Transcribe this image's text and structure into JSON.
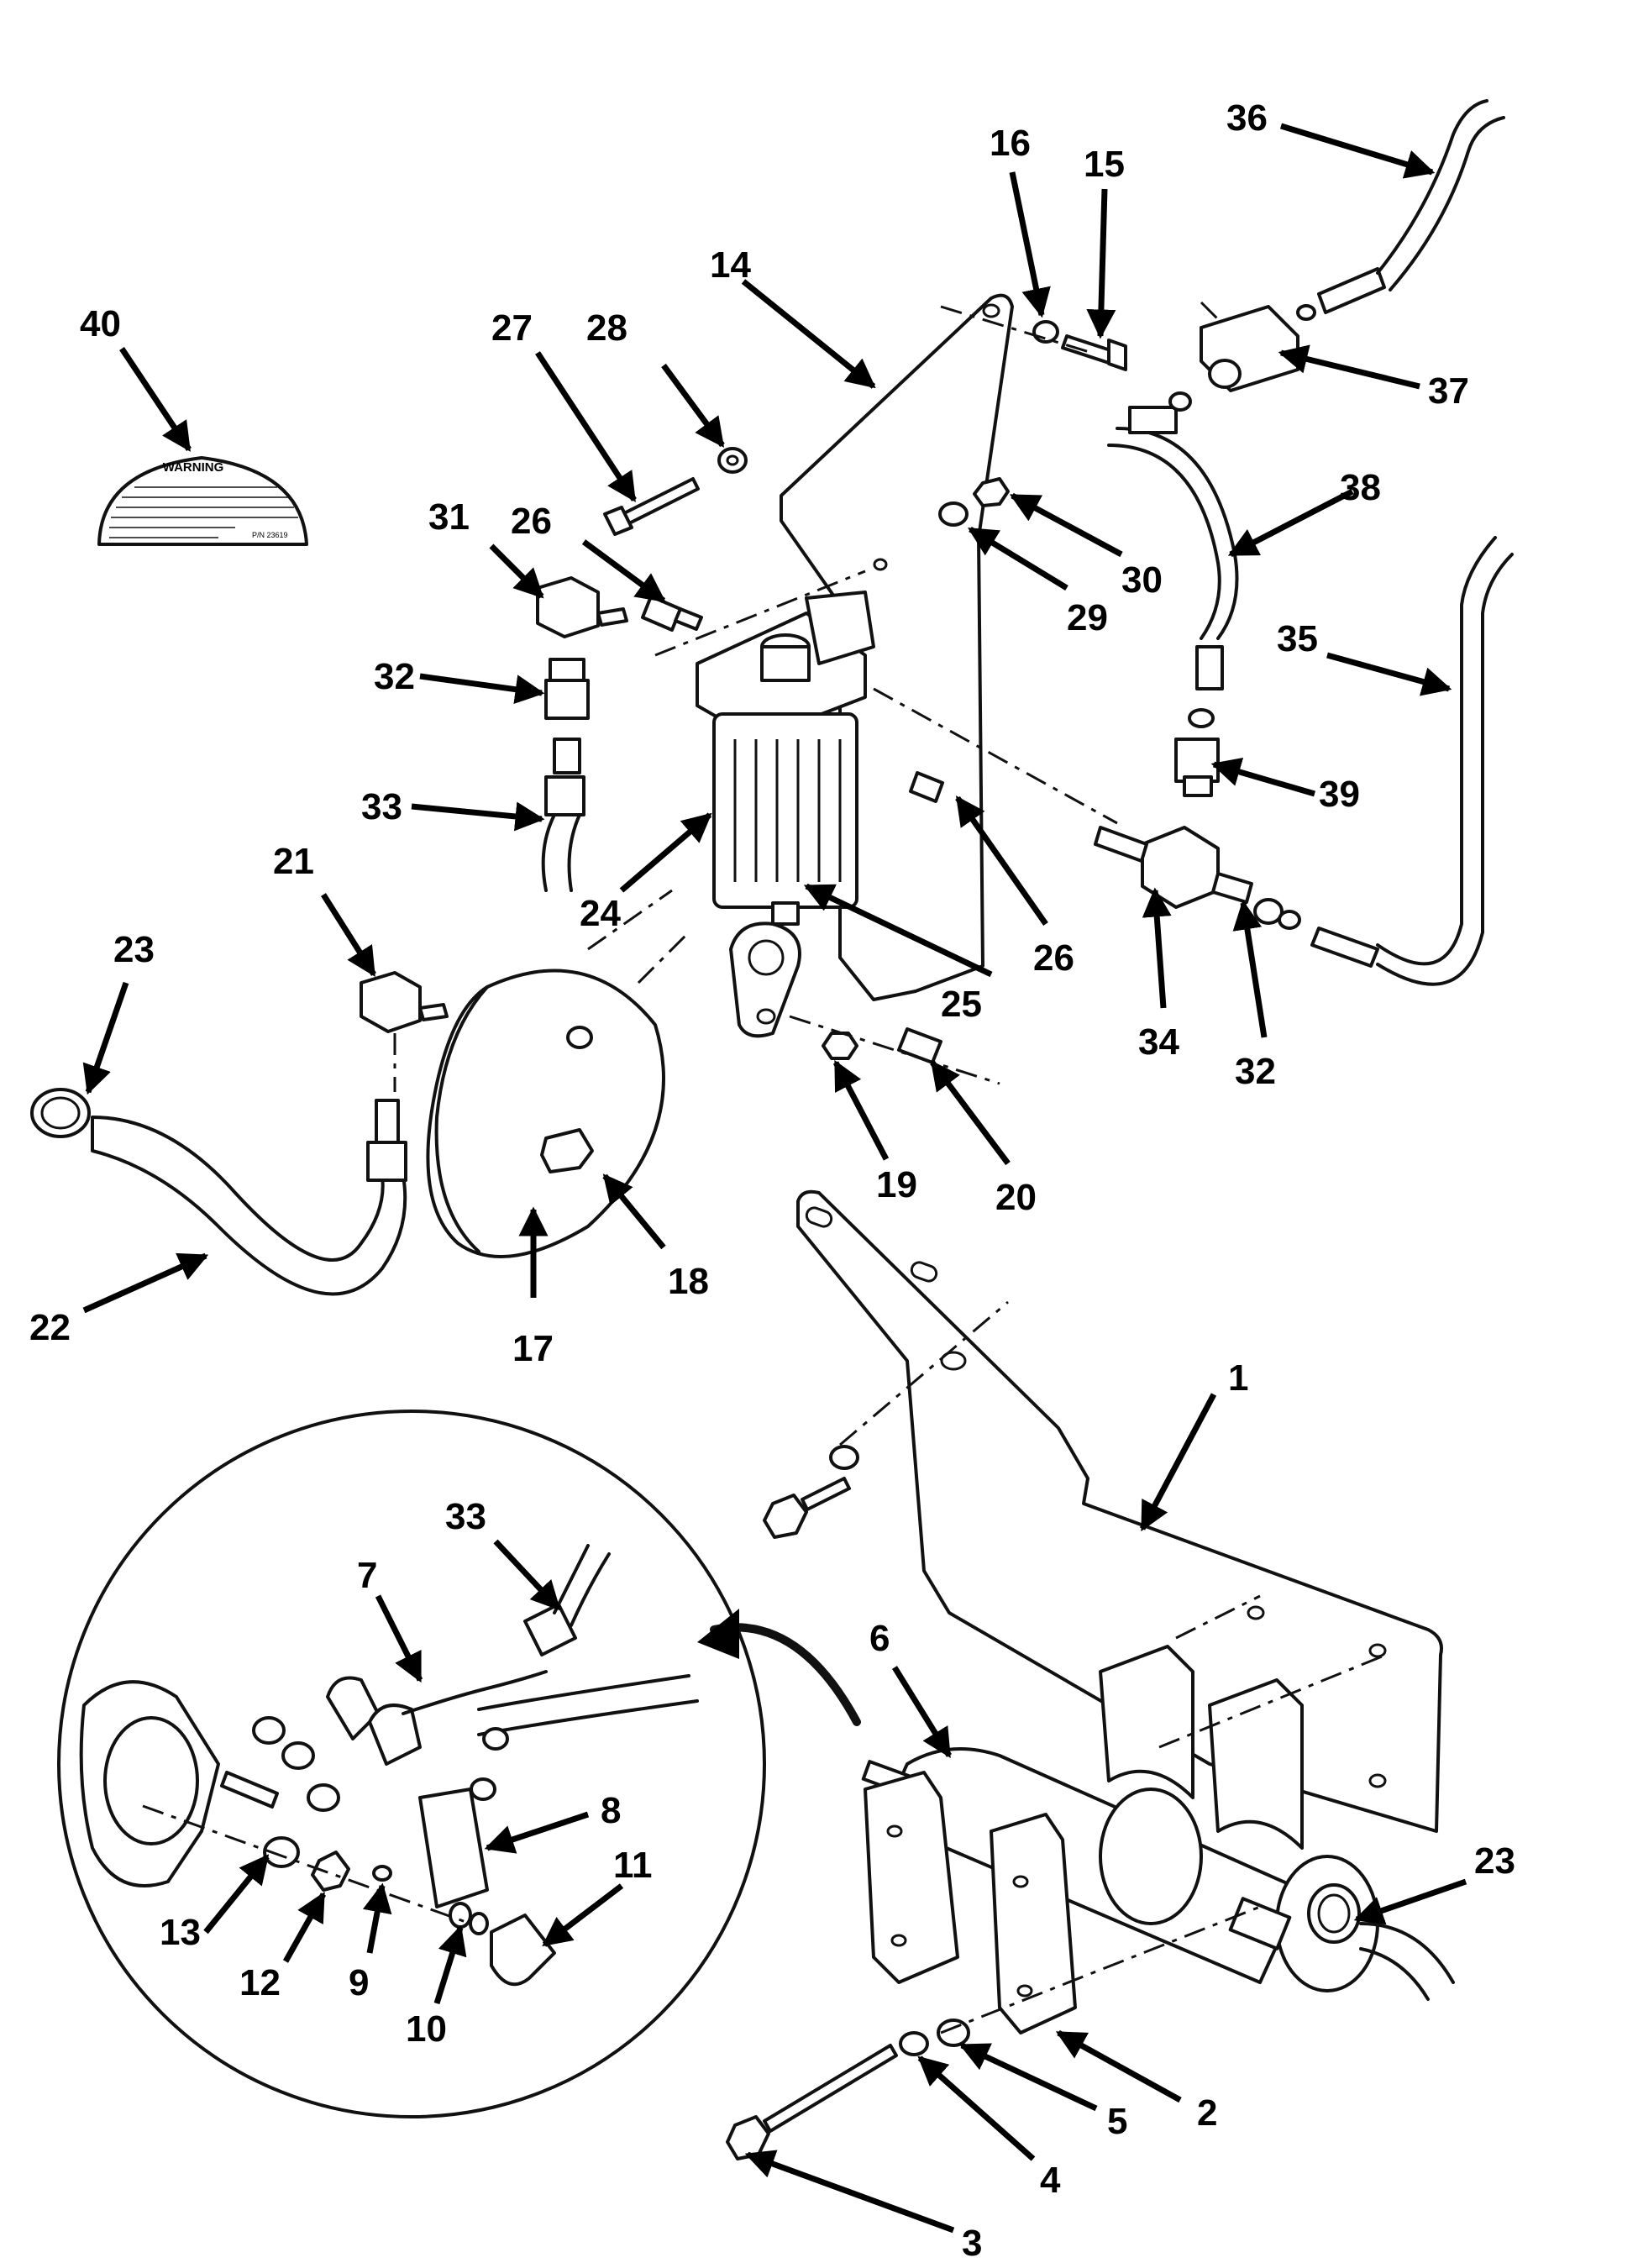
{
  "callouts": {
    "n1": "1",
    "n2": "2",
    "n3": "3",
    "n4": "4",
    "n5": "5",
    "n6": "6",
    "n7": "7",
    "n8": "8",
    "n9": "9",
    "n10": "10",
    "n11": "11",
    "n12": "12",
    "n13": "13",
    "n14": "14",
    "n15": "15",
    "n16": "16",
    "n17": "17",
    "n18": "18",
    "n19": "19",
    "n20": "20",
    "n21": "21",
    "n22": "22",
    "n23a": "23",
    "n23b": "23",
    "n24": "24",
    "n25": "25",
    "n26a": "26",
    "n26b": "26",
    "n27": "27",
    "n28": "28",
    "n29": "29",
    "n30": "30",
    "n31": "31",
    "n32a": "32",
    "n32b": "32",
    "n33a": "33",
    "n33b": "33",
    "n34": "34",
    "n35": "35",
    "n36": "36",
    "n37": "37",
    "n38": "38",
    "n39": "39",
    "n40": "40"
  },
  "warning_label": {
    "title": "WARNING",
    "part_number": "P/N 23619"
  },
  "colors": {
    "ink": "#000000",
    "paper": "#ffffff"
  }
}
